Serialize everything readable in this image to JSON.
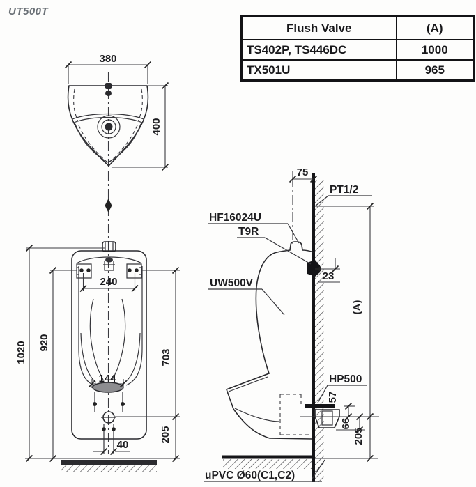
{
  "title": "UT500T",
  "table": {
    "col1_header": "Flush Valve",
    "col2_header": "(A)",
    "rows": [
      {
        "valve": "TS402P, TS446DC",
        "a": "1000"
      },
      {
        "valve": "TX501U",
        "a": "965"
      }
    ]
  },
  "plan_view": {
    "dim_width": "380",
    "dim_depth": "400"
  },
  "front_view": {
    "dim_hole_spacing": "240",
    "dim_total_height": "1020",
    "dim_rim_height": "920",
    "dim_hole_to_outlet": "703",
    "dim_drain_width": "144",
    "dim_bolt_spacing": "40",
    "dim_outlet_height": "205"
  },
  "side_view": {
    "dim_pipe_offset": "75",
    "dim_spud_inset": "23",
    "dim_ref_height": "(A)",
    "dim_outlet_top": "57",
    "dim_outlet_mid": "66",
    "dim_outlet_floor": "205",
    "label_thread": "PT1/2",
    "label_connector": "HF16024U",
    "label_spud": "T9R",
    "label_model": "UW500V",
    "label_outlet": "HP500",
    "label_drain": "uPVC Ø60(C1,C2)"
  }
}
